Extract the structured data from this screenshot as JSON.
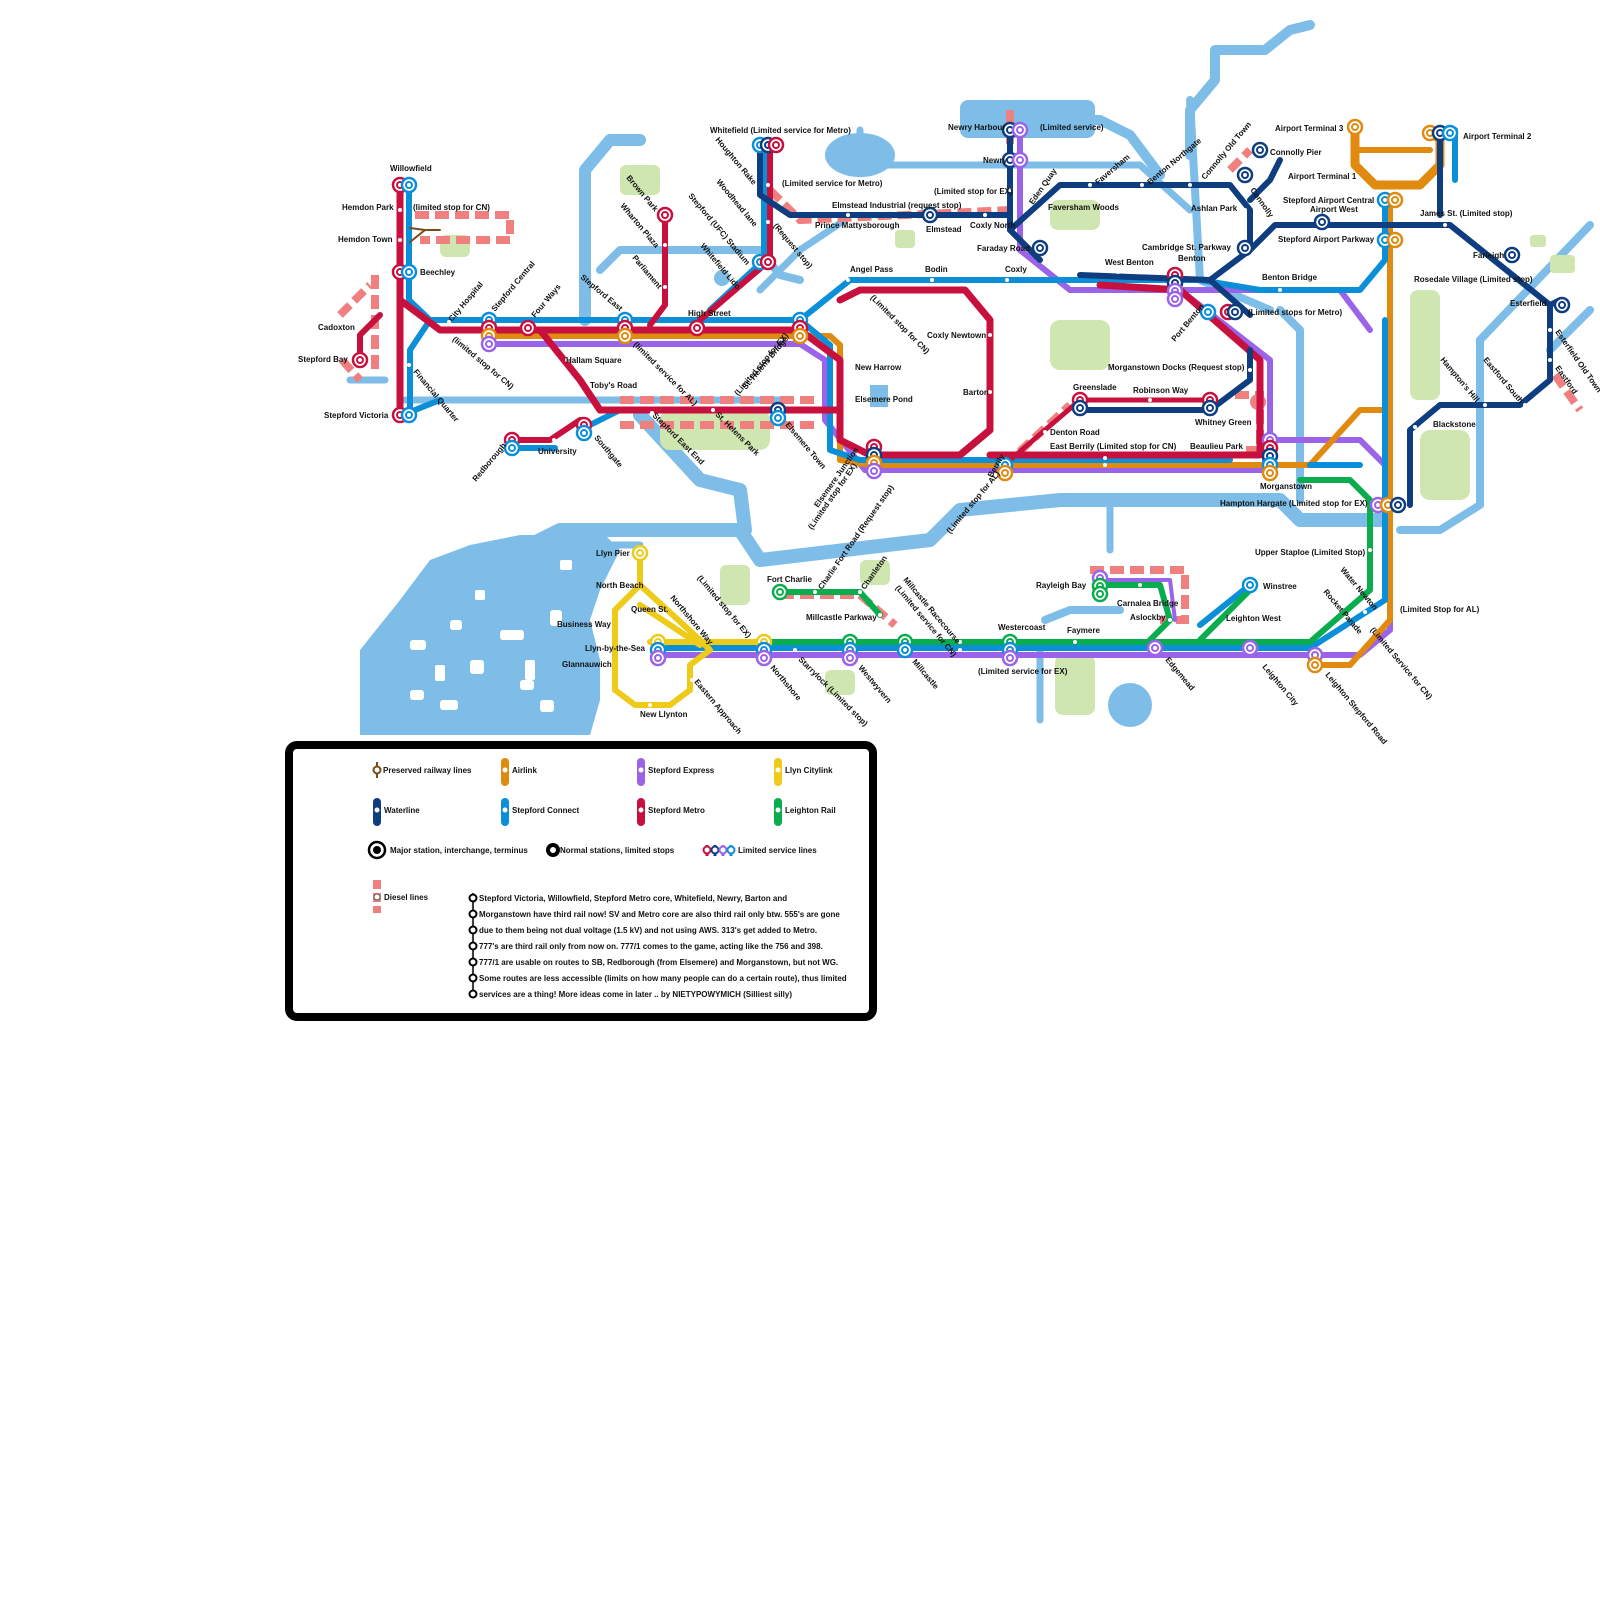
{
  "colors": {
    "metro": "#c8103e",
    "connect": "#0b8fd8",
    "express": "#9a63e8",
    "airlink": "#e08a10",
    "waterline": "#0e3d80",
    "citylink": "#eecb18",
    "leighton": "#0aad4e",
    "diesel": "#f08080",
    "preserved": "#7a4a1a",
    "water": "#7dbde8",
    "park": "#cfe6b0"
  },
  "stations": {
    "willowfield": "Willowfield",
    "hemdon_park": "Hemdon Park",
    "hemdon_park_note": "(limited stop for CN)",
    "hemdon_town": "Hemdon Town",
    "beechley": "Beechley",
    "cadoxton": "Cadoxton",
    "stepford_bay": "Stepford Bay",
    "stepford_victoria": "Stepford Victoria",
    "city_hospital": "City Hospital",
    "city_hospital_note": "(limited stop for CN)",
    "stepford_central": "Stepford Central",
    "four_ways": "Four Ways",
    "financial_quarter": "Financial Quarter",
    "hallam_square": "Hallam Square",
    "tobys_road": "Toby's Road",
    "redborough": "Redborough",
    "university": "University",
    "southgate": "Southgate",
    "stepford_east": "Stepford East",
    "stepford_east_note": "(limited service for AL)",
    "stepford_east_end": "Stepford East End",
    "st_helens_park": "St. Helens Park",
    "brown_park": "Brown Park",
    "wharton_plaza": "Wharton Plaza",
    "parliament": "Parliament",
    "high_street": "High Street",
    "stepford_ufc": "Stepford (UFC) Stadium",
    "whitefield_lido": "Whitefield Lido",
    "woodhead_lane": "Woodhead lane",
    "houghton_rake": "Houghton Rake",
    "whitefield": "Whitefield (Limited service for Metro)",
    "whitefield_note": "(Limited service for Metro)",
    "request_stop": "(Request stop)",
    "st_helens_bridge": "St. Helens Bridge",
    "st_helens_bridge_note": "(Limited stop for EX)",
    "elsemere_town": "Elsemere Town",
    "elsemere_junction": "Elsemere Junction",
    "elsemere_junction_note": "(Limited stop for EX)",
    "elsemere_pond": "Elsemere Pond",
    "new_harrow": "New Harrow",
    "angel_pass": "Angel Pass",
    "angel_pass_note": "(Limited stop for CN)",
    "bodin": "Bodin",
    "coxly": "Coxly",
    "coxly_newtown": "Coxly Newtown",
    "barton": "Barton",
    "berrily": "Berrily",
    "berrily_note": "(Limited stop for AL)",
    "prince_mattysborough": "Prince Mattysborough",
    "elmstead_industrial": "Elmstead Industrial (request stop)",
    "elmstead": "Elmstead",
    "coxly_north": "Coxly North",
    "coxly_north_note": "(Limited stop for EX)",
    "newry_harbour": "Newry Harbour",
    "newry_harbour_note": "(Limited service)",
    "newry": "Newry",
    "eden_quay": "Eden Quay",
    "faraday_road": "Faraday Road",
    "faversham": "Faversham",
    "faversham_woods": "Faversham Woods",
    "benton_northgate": "Benton Northgate",
    "connolly_old_town": "Connolly Old Town",
    "connolly_pier": "Connolly Pier",
    "connolly": "Connolly",
    "ashlan_park": "Ashlan Park",
    "cambridge_st_parkway": "Cambridge St. Parkway",
    "west_benton": "West Benton",
    "benton": "Benton",
    "benton_bridge": "Benton Bridge",
    "port_benton": "Port Benton",
    "port_benton_note": "(Limited stops for Metro)",
    "morganstown_docks": "Morganstown Docks (Request stop)",
    "greenslade": "Greenslade",
    "robinson_way": "Robinson Way",
    "whitney_green": "Whitney Green",
    "denton_road": "Denton Road",
    "east_berrily": "East Berrily (Limited stop for CN)",
    "beaulieu_park": "Beaulieu Park",
    "morganstown": "Morganstown",
    "airport_terminal_3": "Airport Terminal 3",
    "airport_terminal_2": "Airport Terminal 2",
    "airport_terminal_1": "Airport Terminal 1",
    "stepford_airport_central": "Stepford Airport Central",
    "airport_west": "Airport West",
    "stepford_airport_parkway": "Stepford Airport Parkway",
    "james_st": "James St. (Limited stop)",
    "farleigh": "Farleigh",
    "rosedale_village": "Rosedale Village (Limited stop)",
    "esterfield": "Esterfield",
    "esterfield_old_town": "Esterfield Old Town",
    "eastford": "Eastford",
    "eastford_south": "Eastford South",
    "hamptons_hill": "Hampton's Hill",
    "blackstone": "Blackstone",
    "hampton_hargate": "Hampton Hargate (Limited stop for EX)",
    "upper_staploe": "Upper Staploe (Limited Stop)",
    "water_newton": "Water Newton",
    "rocket_parade": "Rocket Parade",
    "rocket_parade_note": "(Limited Service for CN)",
    "limited_stop_al": "(Limited Stop for AL)",
    "leighton_stepford_road": "Leighton Stepford Road",
    "leighton_city": "Leighton City",
    "leighton_west": "Leighton West",
    "winstree": "Winstree",
    "edgemead": "Edgemead",
    "aslockby": "Aslockby",
    "carnalea_bridge": "Carnalea Bridge",
    "rayleigh_bay": "Rayleigh Bay",
    "faymere": "Faymere",
    "westercoast": "Westercoast",
    "westercoast_note": "(Limited service for EX)",
    "millcastle_racecourse": "Millcastle Racecourse",
    "millcastle_racecourse_note": "(Limited service for CN)",
    "millcastle": "Millcastle",
    "millcastle_parkway": "Millcastle Parkway",
    "fort_charlie": "Fort Charlie",
    "charlie_fort_road": "Charlie Fort Road (Request stop)",
    "chanleton": "Chanleton",
    "westwyvern": "Westwyvern",
    "starrylock": "Starrylock (Limited stop)",
    "northshore": "Northshore",
    "northshore_way": "Northshore Way",
    "northshore_way_note": "(Limited stop for EX)",
    "lyn_pier": "Llyn Pier",
    "north_beach": "North Beach",
    "queen_st": "Queen St.",
    "business_way": "Business Way",
    "llyn_by_the_sea": "Llyn-by-the-Sea",
    "glannauwich": "Glannauwich",
    "new_llynton": "New Llynton",
    "eastern_approach": "Eastern Approach"
  },
  "legend": {
    "preserved": "Preserved railway lines",
    "airlink": "Airlink",
    "express": "Stepford Express",
    "citylink": "Llyn Citylink",
    "waterline": "Waterline",
    "connect": "Stepford Connect",
    "metro": "Stepford Metro",
    "leighton": "Leighton Rail",
    "major": "Major station, interchange, terminus",
    "normal": "Normal stations, limited stops",
    "limited_lines": "Limited service lines",
    "diesel": "Diesel lines",
    "notes": [
      "Stepford Victoria, Willowfield, Stepford Metro core, Whitefield, Newry, Barton and",
      "Morganstown have third rail now! SV and Metro core are also third rail only btw. 555's are gone",
      "due to them being not dual voltage (1.5 kV) and not using AWS. 313's get added to Metro.",
      "777's are third rail only from now on. 777/1 comes to the game, acting like the 756 and 398.",
      "777/1 are usable on routes to SB, Redborough (from Elsemere) and Morganstown, but not WG.",
      "Some routes are less accessible (limits on how many people can do a certain route), thus limited",
      "services are a thing! More ideas come in later .. by NIETYPOWYMICH (Silliest silly)"
    ]
  }
}
